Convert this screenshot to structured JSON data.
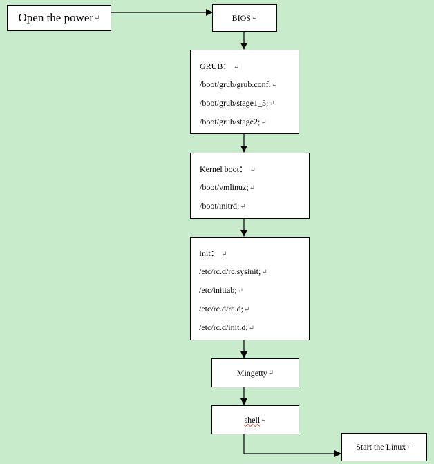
{
  "nodes": {
    "power": {
      "label": "Open the power"
    },
    "bios": {
      "label": "BIOS"
    },
    "grub": {
      "title": "GRUB：",
      "lines": [
        "/boot/grub/grub.conf;",
        "/boot/grub/stage1_5;",
        "/boot/grub/stage2;"
      ]
    },
    "kernel": {
      "title": "Kernel boot：",
      "lines": [
        "/boot/vmlinuz;",
        "/boot/initrd;"
      ]
    },
    "init": {
      "title": "Init：",
      "lines": [
        "/etc/rc.d/rc.sysinit;",
        "/etc/inittab;",
        "/etc/rc.d/rc.d;",
        "/etc/rc.d/init.d;"
      ]
    },
    "mingetty": {
      "label": "Mingetty"
    },
    "shell": {
      "label": "shell"
    },
    "linux": {
      "label": "Start the Linux"
    }
  },
  "colors": {
    "background": "#c8ebcb",
    "box": "#ffffff",
    "line": "#000000",
    "spellcheck_underline": "#d23b3b"
  }
}
